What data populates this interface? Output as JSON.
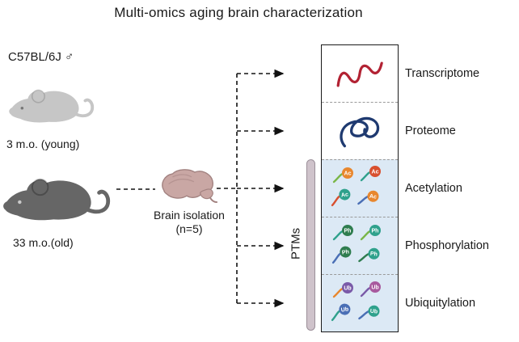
{
  "title": "Multi-omics aging brain characterization",
  "subjects": {
    "strain": "C57BL/6J ♂",
    "young_label": "3 m.o. (young)",
    "old_label": "33 m.o.(old)"
  },
  "process": {
    "step_line1": "Brain isolation",
    "step_line2": "(n=5)"
  },
  "ptms": {
    "label": "PTMs"
  },
  "omics_rows": [
    {
      "label": "Transcriptome",
      "icon": "rna-squiggle-icon"
    },
    {
      "label": "Proteome",
      "icon": "protein-tangle-icon"
    },
    {
      "label": "Acetylation",
      "icon": "acetyl-marks-icon",
      "tag": "Ac"
    },
    {
      "label": "Phosphorylation",
      "icon": "phospho-marks-icon",
      "tag": "Ph"
    },
    {
      "label": "Ubiquitylation",
      "icon": "ubiquityl-marks-icon",
      "tag": "Ub"
    }
  ],
  "colors": {
    "rna_red": "#b22233",
    "protein_navy": "#1f3a70",
    "panel_blue": "#dce9f5",
    "ptm_bar": "#cfc3cb",
    "mouse_young": "#c6c6c6",
    "mouse_old": "#666666",
    "brain": "#c9a7a4",
    "orange": "#e8872e",
    "red_orange": "#d8502f",
    "teal": "#2fa18c",
    "green": "#2f7d4f",
    "lime": "#7ab648",
    "blue": "#4a6fb5",
    "purple": "#7a5aa8",
    "magenta": "#a85a9e"
  }
}
